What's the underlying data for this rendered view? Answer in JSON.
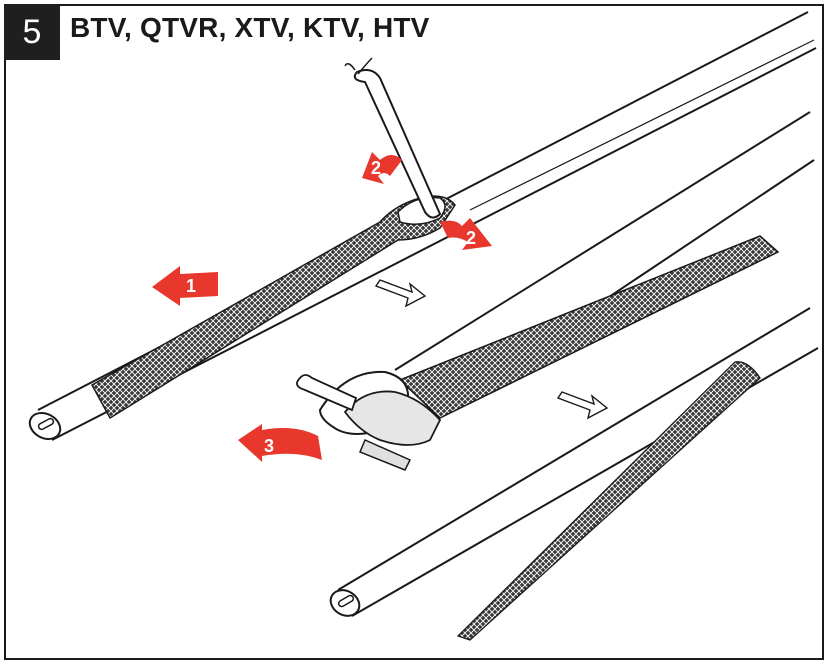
{
  "step": {
    "number": "5",
    "title": "BTV, QTVR, XTV, KTV, HTV"
  },
  "markers": [
    {
      "label": "1"
    },
    {
      "label": "2"
    },
    {
      "label": "2"
    },
    {
      "label": "3"
    }
  ],
  "colors": {
    "accent_red": "#e8372c",
    "line": "#1a1a1a",
    "braid": "#2b2b2b"
  }
}
